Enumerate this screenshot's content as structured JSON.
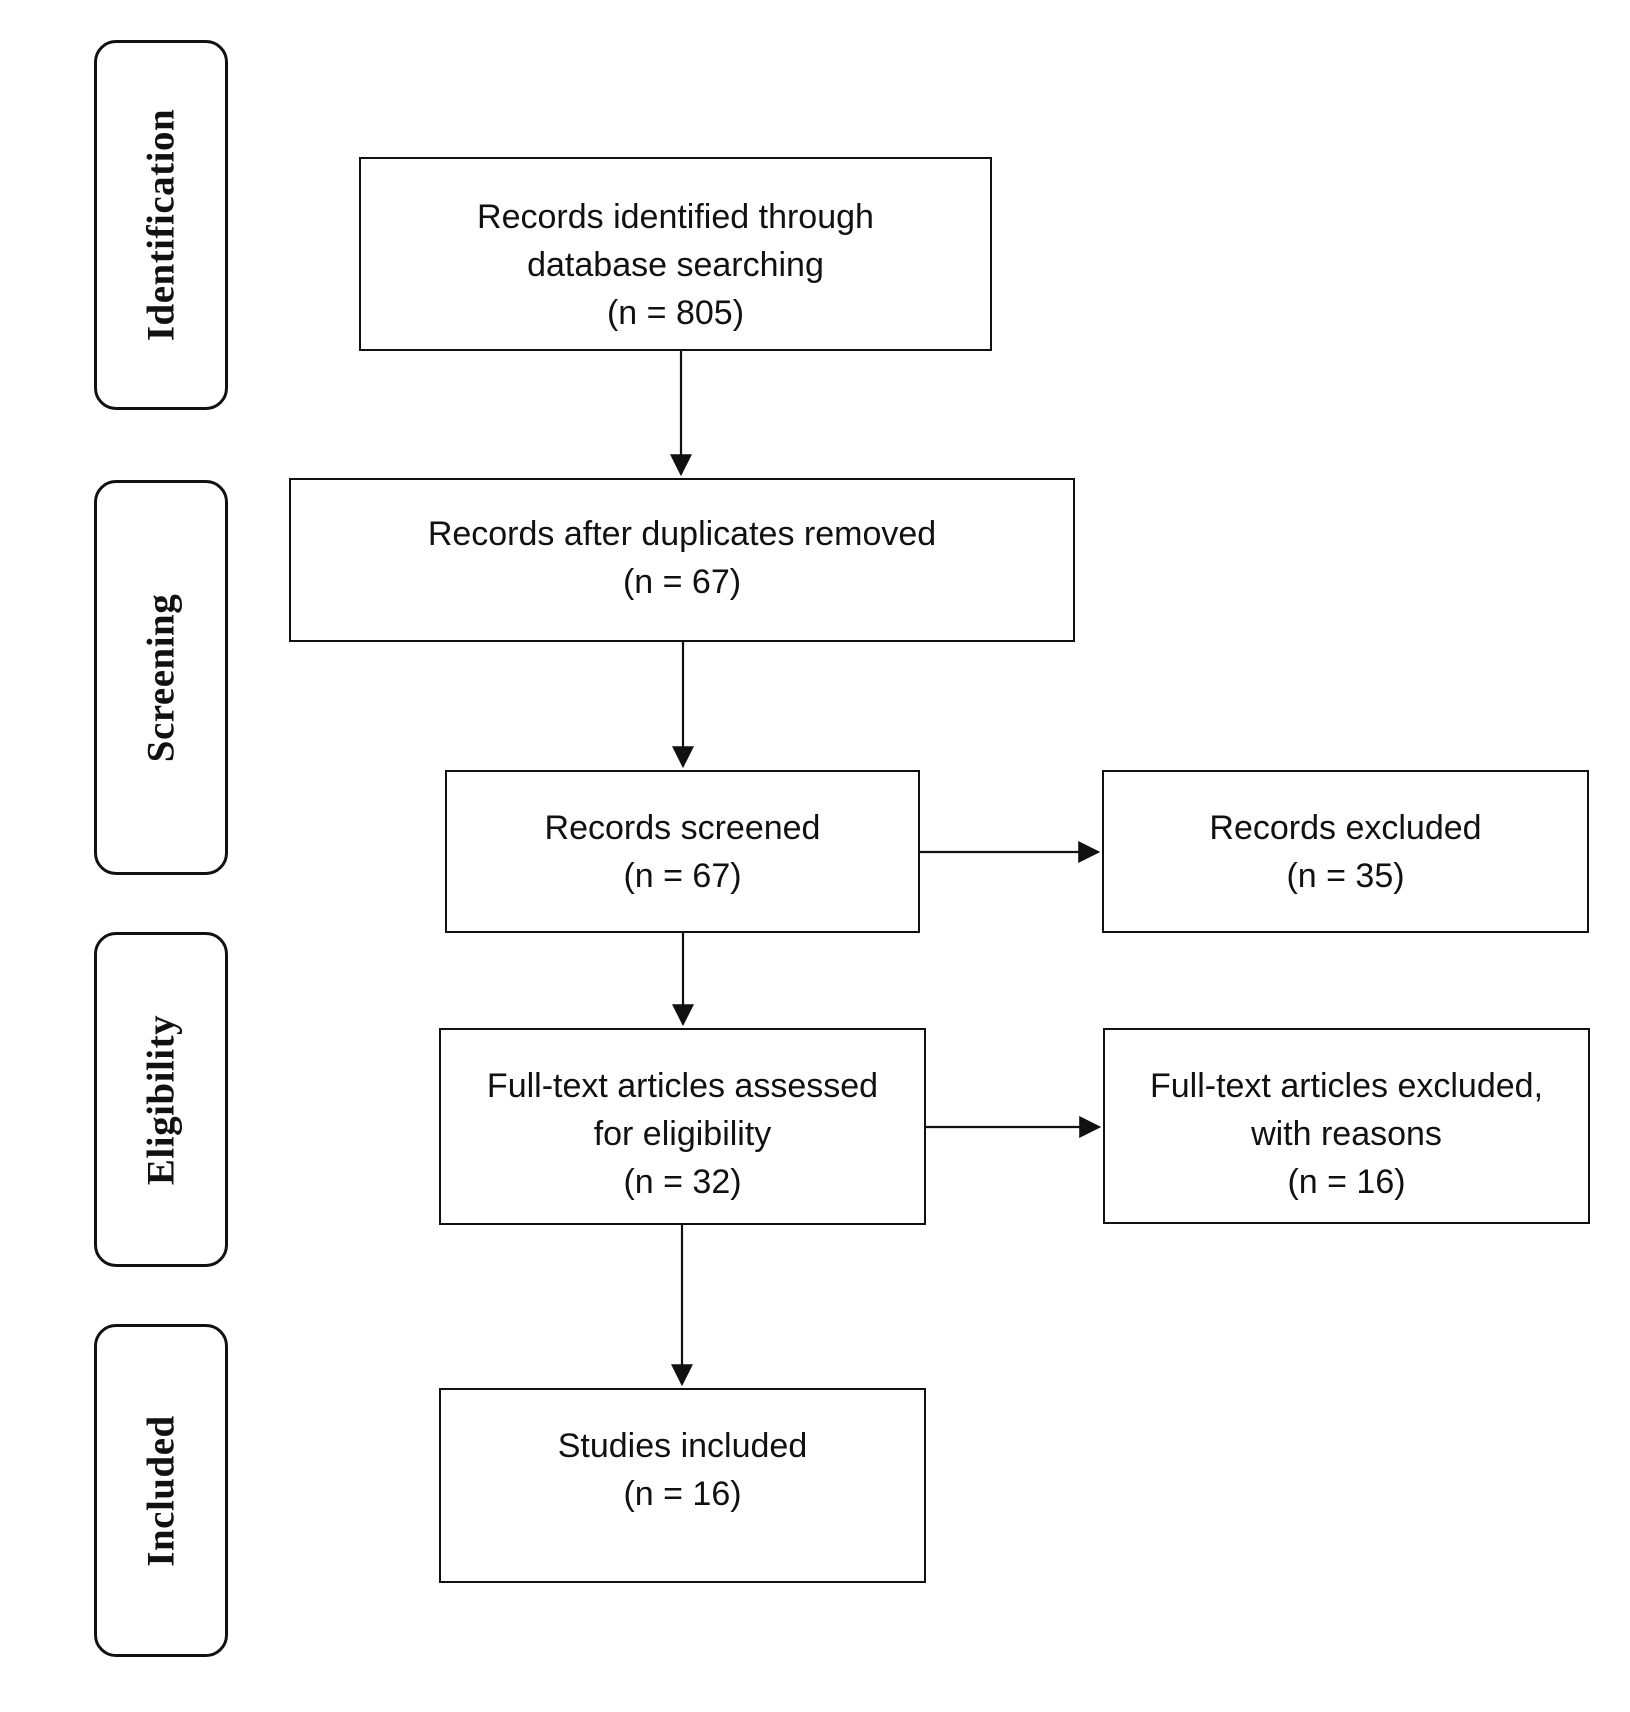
{
  "phases": {
    "identification": "Identification",
    "screening": "Screening",
    "eligibility": "Eligibility",
    "included": "Included"
  },
  "boxes": {
    "identified": {
      "line1": "Records identified through",
      "line2": "database searching",
      "count": "(n = 805)"
    },
    "duplicates_removed": {
      "line1": "Records after duplicates removed",
      "count": "(n = 67)"
    },
    "screened": {
      "line1": "Records screened",
      "count": "(n = 67)"
    },
    "excluded": {
      "line1": "Records excluded",
      "count": "(n = 35)"
    },
    "fulltext_assessed": {
      "line1": "Full-text articles assessed",
      "line2": "for eligibility",
      "count": "(n = 32)"
    },
    "fulltext_excluded": {
      "line1": "Full-text articles excluded,",
      "line2": "with reasons",
      "count": "(n = 16)"
    },
    "included": {
      "line1": "Studies included",
      "count": "(n = 16)"
    }
  }
}
